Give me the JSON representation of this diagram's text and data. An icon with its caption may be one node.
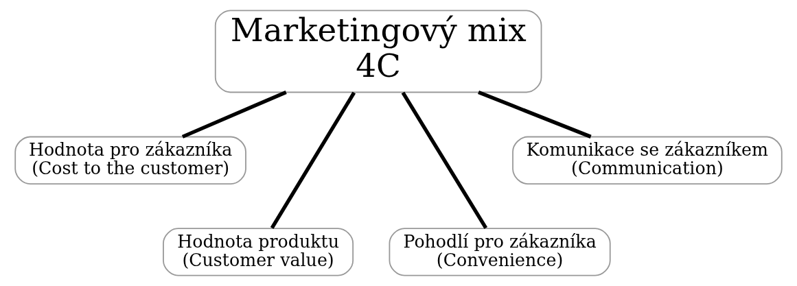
{
  "diagram": {
    "nodes": [
      {
        "text": [
          "Marketingový mix 4C"
        ]
      },
      {
        "text": [
          "Hodnota pro zákazníka (Cost to the customer)"
        ]
      },
      {
        "text": [
          "Hodnota produktu (Customer value)"
        ]
      },
      {
        "text": [
          "Pohodlí pro zákazníka (Convenience)"
        ]
      },
      {
        "text": [
          "Komunikace se zákazníkem (Communication)"
        ]
      }
    ],
    "edges": [
      {
        "from": 0,
        "to": 1,
        "arrow": "none"
      },
      {
        "from": 0,
        "to": 2,
        "arrow": "none"
      },
      {
        "from": 0,
        "to": 3,
        "arrow": "none"
      },
      {
        "from": 0,
        "to": 4,
        "arrow": "none"
      }
    ]
  }
}
